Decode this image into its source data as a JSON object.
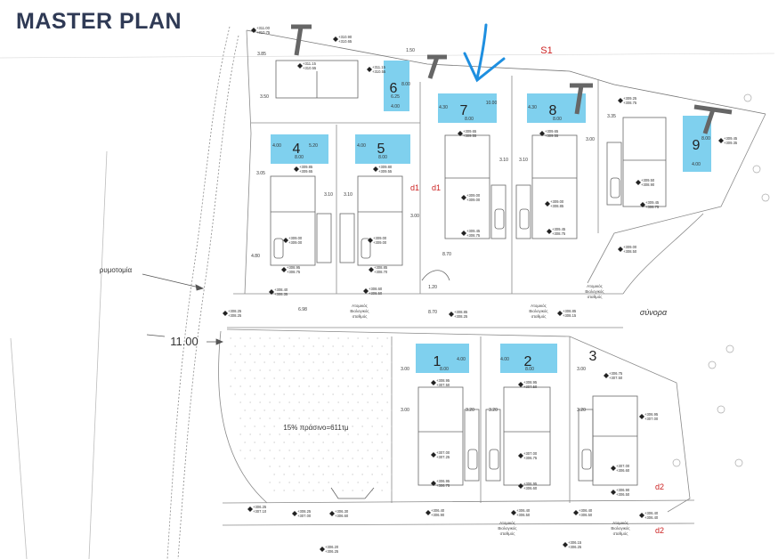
{
  "title": "MASTER PLAN",
  "colors": {
    "pool": "#7fd0ee",
    "ink": "#555555",
    "title": "#2f3a55",
    "red": "#cc2222",
    "arrow": "#1e8fe0"
  },
  "plots": [
    {
      "id": "1",
      "pool_w": "8.00",
      "pool_h": "4.00"
    },
    {
      "id": "2",
      "pool_w": "8.00",
      "pool_h": "4.00"
    },
    {
      "id": "3"
    },
    {
      "id": "4",
      "pool_w": "8.00",
      "pool_h": "4.00",
      "pool_h2": "5.20"
    },
    {
      "id": "5",
      "pool_w": "8.00",
      "pool_h": "4.00"
    },
    {
      "id": "6",
      "pool_w": "4.00",
      "pool_h": "8.00",
      "extra": "6.25"
    },
    {
      "id": "7",
      "pool_w": "8.00",
      "pool_h": "4.30",
      "pool_h2": "10.00"
    },
    {
      "id": "8",
      "pool_w": "8.00",
      "pool_h": "4.30"
    },
    {
      "id": "9",
      "pool_w": "4.00",
      "pool_h": "8.00"
    }
  ],
  "labels": {
    "s1": "S1",
    "d1_a": "d1",
    "d1_b": "d1",
    "d2_a": "d2",
    "d2_b": "d2",
    "rymotomia": "ρυμοτομία",
    "synora": "σύνορα",
    "road_width": "11.00",
    "green": "15% πράσινο=611τμ",
    "septic_1": "Ατομικός",
    "septic_2": "Βιολογικός",
    "septic_3": "σταθμός"
  },
  "dims": {
    "d310a": "3.10",
    "d310b": "3.10",
    "d310c": "3.10",
    "d310d": "3.10",
    "d300a": "3.00",
    "d300b": "3.00",
    "d300c": "3.00",
    "d300d": "3.00",
    "d300e": "3.00",
    "d320a": "3.20",
    "d320b": "3.20",
    "d320c": "3.20",
    "d385": "3.85",
    "d350": "3.50",
    "d305": "3.05",
    "d335": "3.35",
    "d480": "4.80",
    "d698": "6.98",
    "d870": "8.70",
    "d870b": "8.70",
    "d150": "1.50",
    "d120": "1.20"
  },
  "elevations": [
    "+311.00 +310.75",
    "+310.90 +310.65",
    "+311.15 +310.55",
    "+311.15 +310.55",
    "+309.45 +309.35",
    "+309.25 +308.75",
    "+309.85 +309.65",
    "+309.80 +309.55",
    "+309.65 +309.55",
    "+309.65 +309.55",
    "+309.00 +309.00",
    "+309.00 +309.00",
    "+309.50 +308.90",
    "+309.45 +308.75",
    "+309.00 +309.00",
    "+309.00 +308.85",
    "+308.95 +308.75",
    "+308.85 +308.70",
    "+309.45 +308.75",
    "+309.45 +308.75",
    "+309.00 +308.50",
    "+308.40 +308.35",
    "+308.60 +308.50",
    "+308.25 +308.25",
    "+308.85 +308.25",
    "+308.85 +308.15",
    "+308.95 +307.50",
    "+308.95 +307.50",
    "+306.75 +307.50",
    "+306.95 +307.00",
    "+307.00 +307.25",
    "+307.00 +306.75",
    "+307.00 +306.60",
    "+306.95 +306.75",
    "+306.95 +306.60",
    "+306.90 +306.50",
    "+306.25 +307.10",
    "+308.25 +307.00",
    "+306.30 +306.60",
    "+306.40 +306.90",
    "+306.40 +306.50",
    "+306.40 +306.50",
    "+306.40 +306.40",
    "+306.20 +306.25",
    "+306.15 +306.25"
  ]
}
